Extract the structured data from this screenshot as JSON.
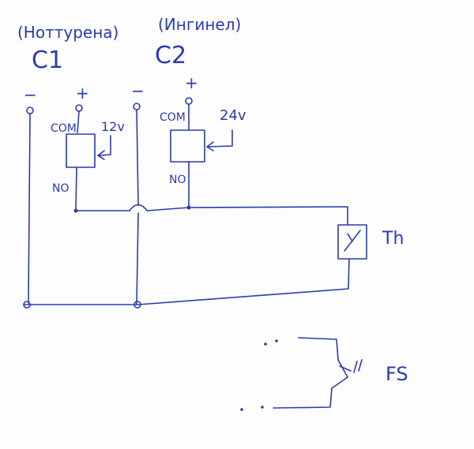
{
  "diagram": {
    "c1": {
      "caption": "(Ноттурена)",
      "name": "C1",
      "minus": "−",
      "plus": "+",
      "com": "COM",
      "voltage": "12v",
      "no": "NO"
    },
    "c2": {
      "caption": "(Ингинел)",
      "name": "C2",
      "minus": "−",
      "plus": "+",
      "com": "COM",
      "voltage": "24v",
      "no": "NO"
    },
    "thermostat": {
      "label": "Th"
    },
    "float_switch": {
      "label": "FS"
    }
  },
  "colors": {
    "ink": "#2b3bb0",
    "paper": "#fdfdfd"
  }
}
